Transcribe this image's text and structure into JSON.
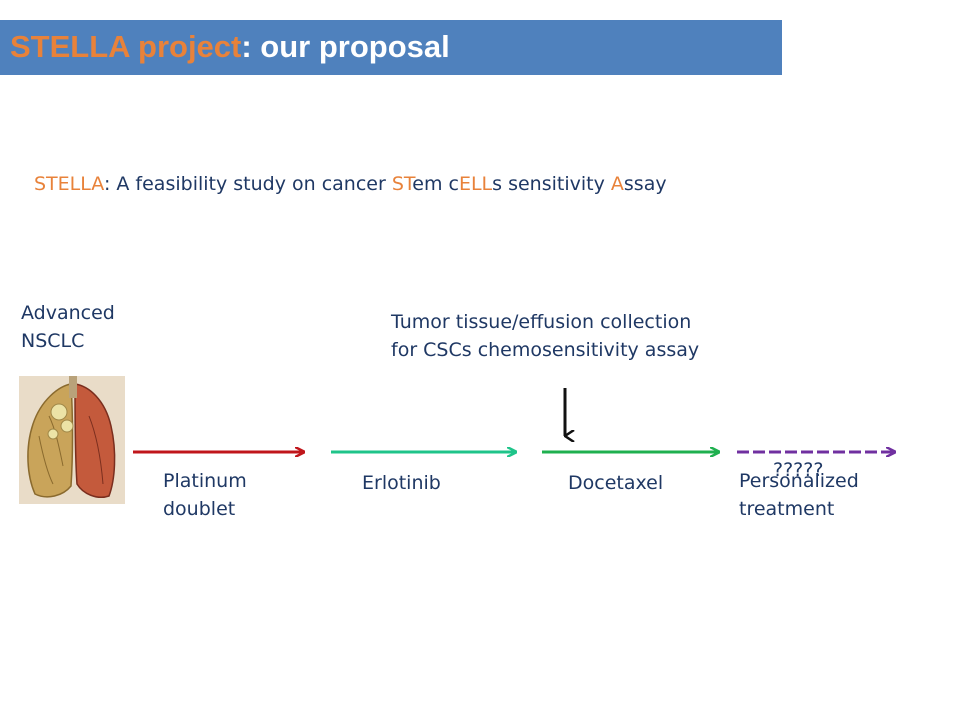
{
  "slide": {
    "title_part1": "STELLA project",
    "title_part2": ": our proposal",
    "subtitle": [
      {
        "text": "STELLA",
        "highlight": true
      },
      {
        "text": ": A feasibility study on cancer ",
        "highlight": false
      },
      {
        "text": "ST",
        "highlight": true
      },
      {
        "text": "em c",
        "highlight": false
      },
      {
        "text": "ELL",
        "highlight": true
      },
      {
        "text": "s sensitivity ",
        "highlight": false
      },
      {
        "text": "A",
        "highlight": true
      },
      {
        "text": "ssay",
        "highlight": false
      }
    ]
  },
  "diagram": {
    "patient_label": {
      "line1": "Advanced",
      "line2": "NSCLC"
    },
    "collection_label": {
      "line1": "Tumor tissue/effusion collection",
      "line2": "for CSCs chemosensitivity assay"
    },
    "steps": [
      {
        "label_line1": "Platinum",
        "label_line2": "doublet",
        "color": "#c0161b"
      },
      {
        "label_line1": "Erlotinib",
        "label_line2": "",
        "color": "#1fc48a"
      },
      {
        "label_line1": "Docetaxel",
        "label_line2": "",
        "color": "#1fb04f"
      },
      {
        "label_line1": "Personalized",
        "label_line2": "treatment",
        "color": "#7030a0",
        "overlay": "?????"
      }
    ],
    "icons": {
      "patient": "lung-icon",
      "collection": "arrow-down-icon"
    }
  }
}
